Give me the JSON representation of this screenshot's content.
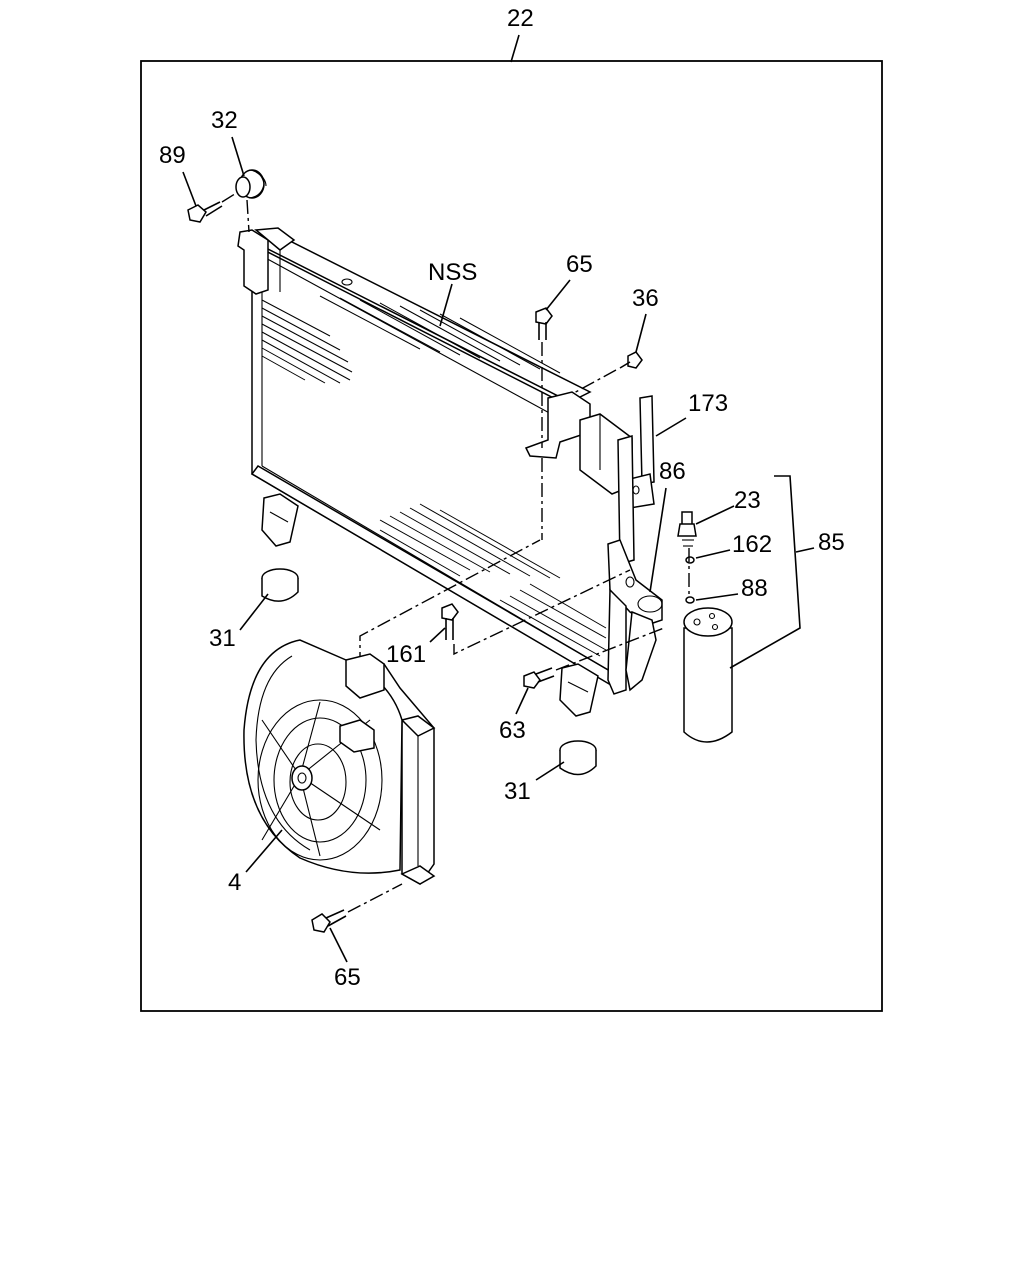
{
  "diagram": {
    "assembly_label": "22",
    "callouts": {
      "bolt_89": "89",
      "mount_32": "32",
      "condenser_nss": "NSS",
      "bolt_65_top": "65",
      "screw_36": "36",
      "bracket_173": "173",
      "pipe_86": "86",
      "switch_23": "23",
      "oring_162": "162",
      "receiver_85": "85",
      "oring_88": "88",
      "mount_31_left": "31",
      "bolt_161": "161",
      "bolt_63": "63",
      "mount_31_right": "31",
      "fan_4": "4",
      "bolt_65_bottom": "65"
    },
    "icons": [
      "condenser",
      "fan-motor-assembly",
      "receiver-drier",
      "pressure-switch",
      "rubber-mount",
      "flange-bolt",
      "o-ring",
      "bracket"
    ]
  }
}
